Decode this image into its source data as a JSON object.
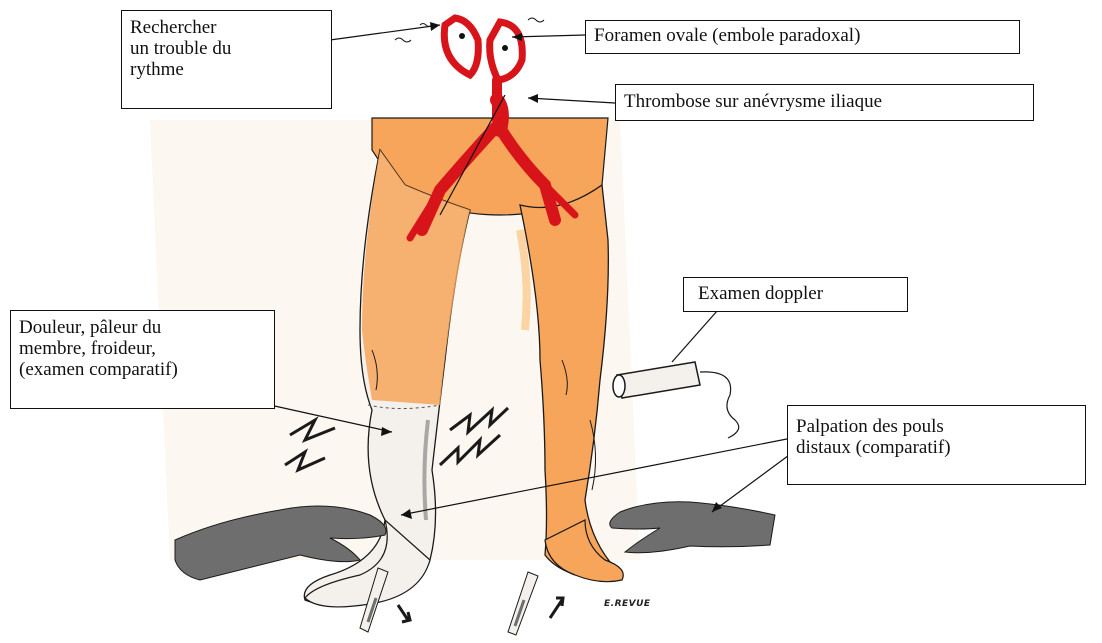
{
  "labels": {
    "rhythm": "Rechercher\nun trouble du\nrythme",
    "foramen": "Foramen ovale (embole paradoxal)",
    "thrombosis": "Thrombose sur anévrysme iliaque",
    "doppler": "Examen doppler",
    "pain": "Douleur, pâleur du\nmembre, froideur,\n(examen comparatif)",
    "palpation": "Palpation des pouls\ndistaux (comparatif)"
  },
  "signature": "E.REVUE",
  "colors": {
    "skin": "#f6a55a",
    "skin_light": "#fbc98e",
    "artery": "#d8141b",
    "pale_leg": "#f4f1ec",
    "hand": "#6e6e6e",
    "outline": "#1a1a1a"
  }
}
